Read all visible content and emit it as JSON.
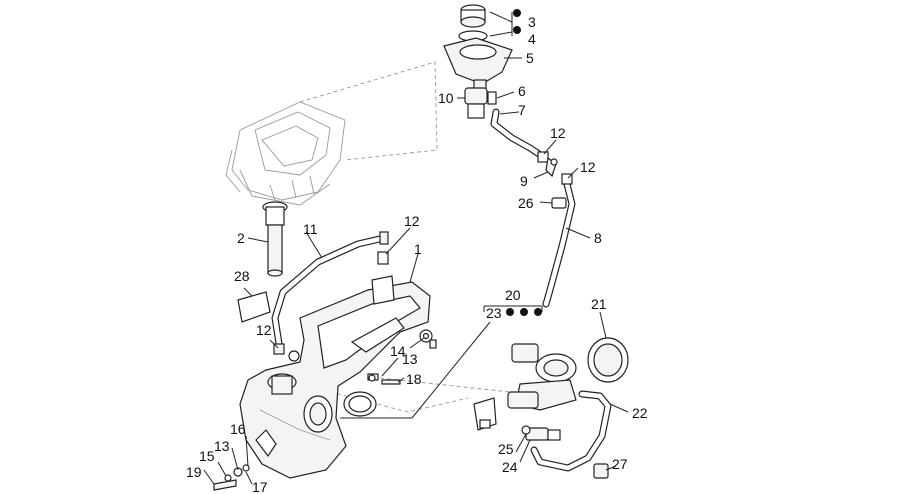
{
  "diagram": {
    "callouts": {
      "c1": "1",
      "c2": "2",
      "c3": "3",
      "c4": "4",
      "c5": "5",
      "c6": "6",
      "c7": "7",
      "c8": "8",
      "c9": "9",
      "c10": "10",
      "c11": "11",
      "c12a": "12",
      "c12b": "12",
      "c12c": "12",
      "c12d": "12",
      "c13a": "13",
      "c13b": "13",
      "c14": "14",
      "c15": "15",
      "c16": "16",
      "c17": "17",
      "c18": "18",
      "c19": "19",
      "c20": "20",
      "c21": "21",
      "c22": "22",
      "c23": "23",
      "c24": "24",
      "c25": "25",
      "c26": "26",
      "c27": "27",
      "c28": "28"
    }
  }
}
